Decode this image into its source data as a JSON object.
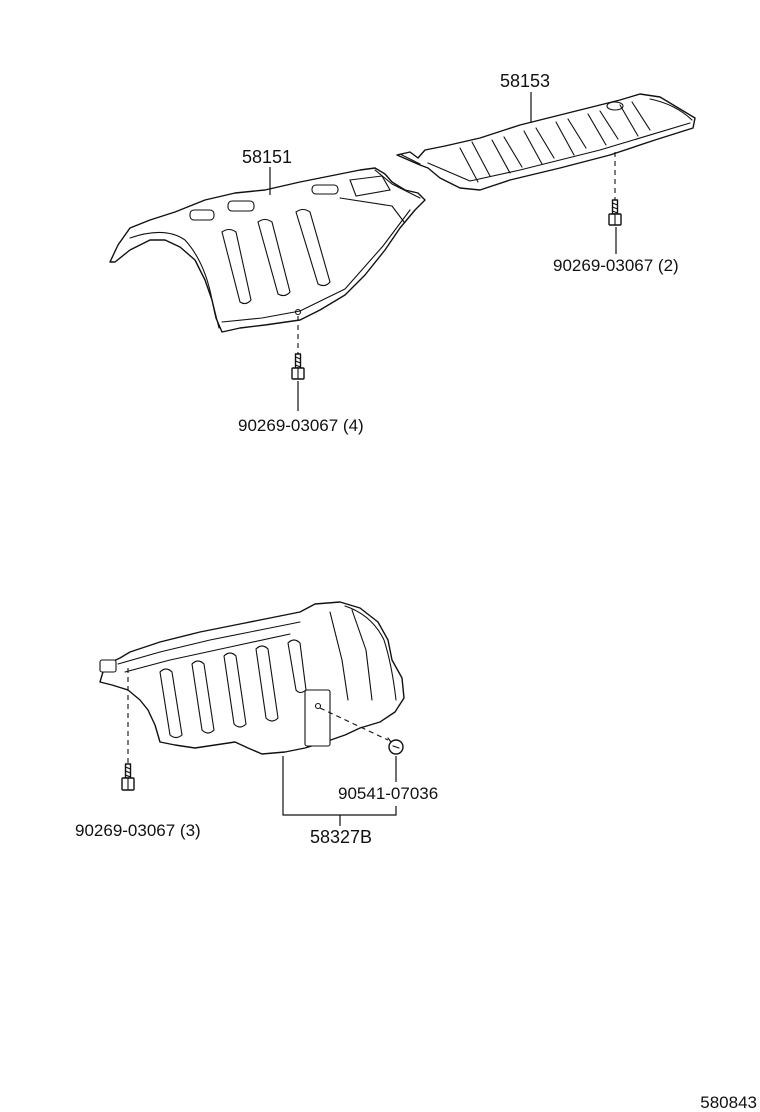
{
  "labels": {
    "part_58153": "58153",
    "part_58151": "58151",
    "bolt_upper_right": "90269-03067 (2)",
    "bolt_upper_left": "90269-03067 (4)",
    "clip_lower": "90541-07036",
    "bolt_lower": "90269-03067 (3)",
    "part_58327b": "58327B",
    "diagram_id": "580843"
  }
}
